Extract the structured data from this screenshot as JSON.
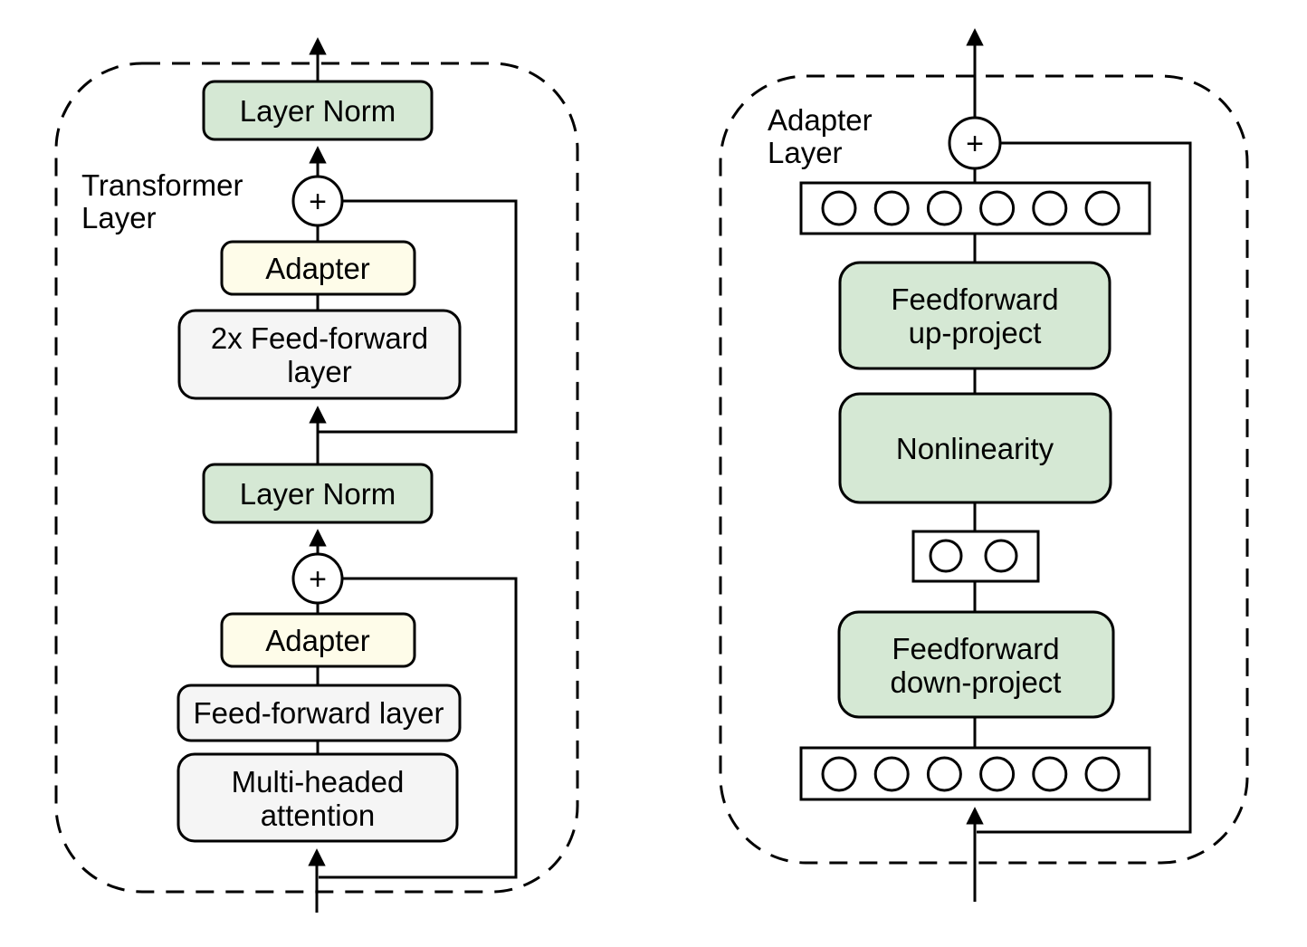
{
  "colors": {
    "background": "#ffffff",
    "stroke": "#000000",
    "green_box": "#d5e8d4",
    "gray_box": "#f5f5f5",
    "cream_box": "#fefce9",
    "panel_cream": "#fdf8e5",
    "white": "#ffffff"
  },
  "left_panel": {
    "label_line1": "Transformer",
    "label_line2": "Layer",
    "plus_symbol": "+",
    "boxes": {
      "layer_norm_top": "Layer Norm",
      "adapter_top": "Adapter",
      "feed_forward_2x_line1": "2x Feed-forward",
      "feed_forward_2x_line2": "layer",
      "layer_norm_bottom": "Layer Norm",
      "adapter_bottom": "Adapter",
      "feed_forward": "Feed-forward layer",
      "multi_head_line1": "Multi-headed",
      "multi_head_line2": "attention"
    }
  },
  "right_panel": {
    "label_line1": "Adapter",
    "label_line2": "Layer",
    "plus_symbol": "+",
    "boxes": {
      "up_project_line1": "Feedforward",
      "up_project_line2": "up-project",
      "nonlinearity": "Nonlinearity",
      "down_project_line1": "Feedforward",
      "down_project_line2": "down-project"
    },
    "top_feature_count": 6,
    "bottleneck_feature_count": 2,
    "bottom_feature_count": 6
  }
}
